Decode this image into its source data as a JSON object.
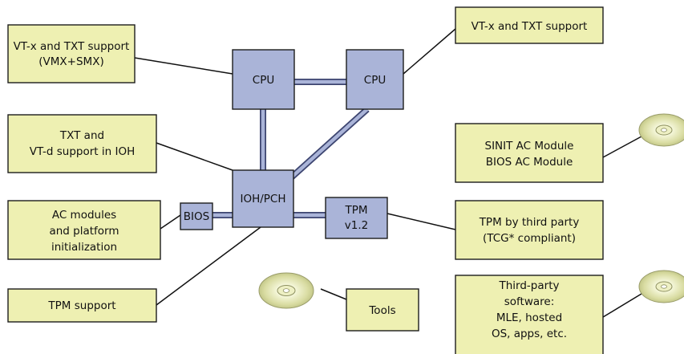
{
  "components": {
    "cpu_left": "CPU",
    "cpu_right": "CPU",
    "ioh_pch": "IOH/PCH",
    "bios": "BIOS",
    "tpm": [
      "TPM",
      "v1.2"
    ]
  },
  "callouts": {
    "vtx_txt_left": [
      "VT-x and TXT support",
      "(VMX+SMX)"
    ],
    "vtx_txt_right": [
      "VT-x and TXT support"
    ],
    "txt_vtd": [
      "TXT and",
      "VT-d support in IOH"
    ],
    "ac_modules": [
      "AC modules",
      "and platform",
      "initialization"
    ],
    "tpm_support": [
      "TPM support"
    ],
    "sinit": [
      "SINIT AC Module",
      "BIOS AC Module"
    ],
    "tpm_third_party": [
      "TPM by third party",
      "(TCG* compliant)"
    ],
    "tools": [
      "Tools"
    ],
    "third_party_sw": [
      "Third-party",
      "software:",
      "MLE, hosted",
      "OS, apps, etc."
    ]
  },
  "colors": {
    "callout_fill": "#eef0b2",
    "chip_fill": "#aab4d8",
    "bus_edge": "#3d4570"
  },
  "icons": [
    "disc-icon",
    "disc-icon",
    "disc-icon"
  ]
}
